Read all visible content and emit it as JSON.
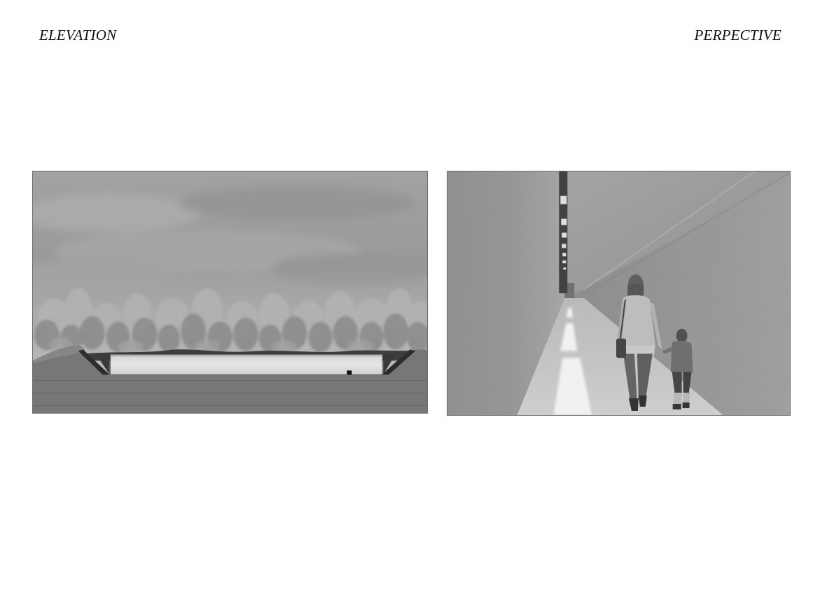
{
  "labels": {
    "left": "ELEVATION",
    "right": "PERPECTIVE"
  },
  "panels": {
    "elevation": {
      "subject": "elevation-drawing",
      "palette": "grayscale"
    },
    "perspective": {
      "subject": "perspective-render",
      "palette": "grayscale"
    }
  }
}
